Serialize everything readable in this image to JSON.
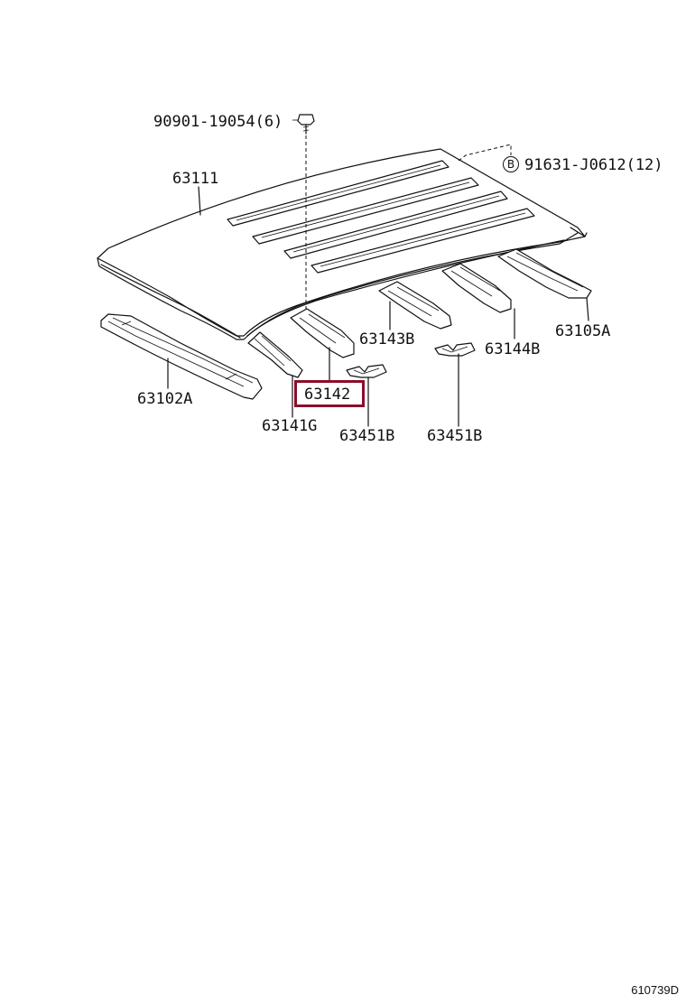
{
  "parts": {
    "bolt": "90901-19054(6)",
    "roof_panel": "63111",
    "b_callout": "91631-J0612(12)",
    "b_marker": "B",
    "bow_143b": "63143B",
    "bow_144b": "63144B",
    "rail_105a": "63105A",
    "rail_102a": "63102A",
    "bow_142": "63142",
    "bow_141g": "63141G",
    "bracket_451b_1": "63451B",
    "bracket_451b_2": "63451B"
  },
  "highlight_color": "#8a0f2a",
  "diagram_code": "610739D"
}
